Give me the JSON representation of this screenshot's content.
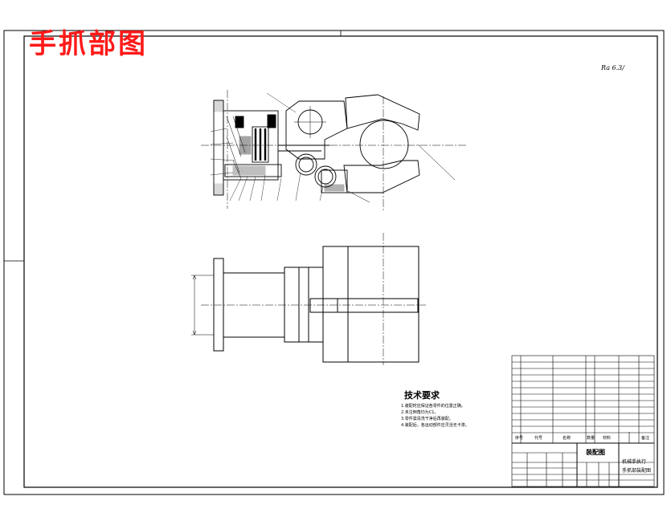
{
  "drawing": {
    "title": "手抓部图",
    "scale_note": "Ra 6.3/"
  },
  "technical_requirements": {
    "heading": "技术要求",
    "notes": [
      "1.装配时应保证各零件的位置正确。",
      "2.未注倒角均为C1。",
      "3.零件需清洗干净后再装配。",
      "4.装配后，各运动部件应灵活无卡滞。"
    ]
  },
  "title_block": {
    "drawing_type": "装配图",
    "name_line1": "机械手执行",
    "name_line2": "手抓部装配图",
    "parts_rows": 12,
    "header_labels": [
      "序号",
      "代号",
      "名称",
      "数量",
      "材料",
      "备注"
    ]
  },
  "colors": {
    "line": "#000000",
    "title": "#ff1a1a"
  }
}
